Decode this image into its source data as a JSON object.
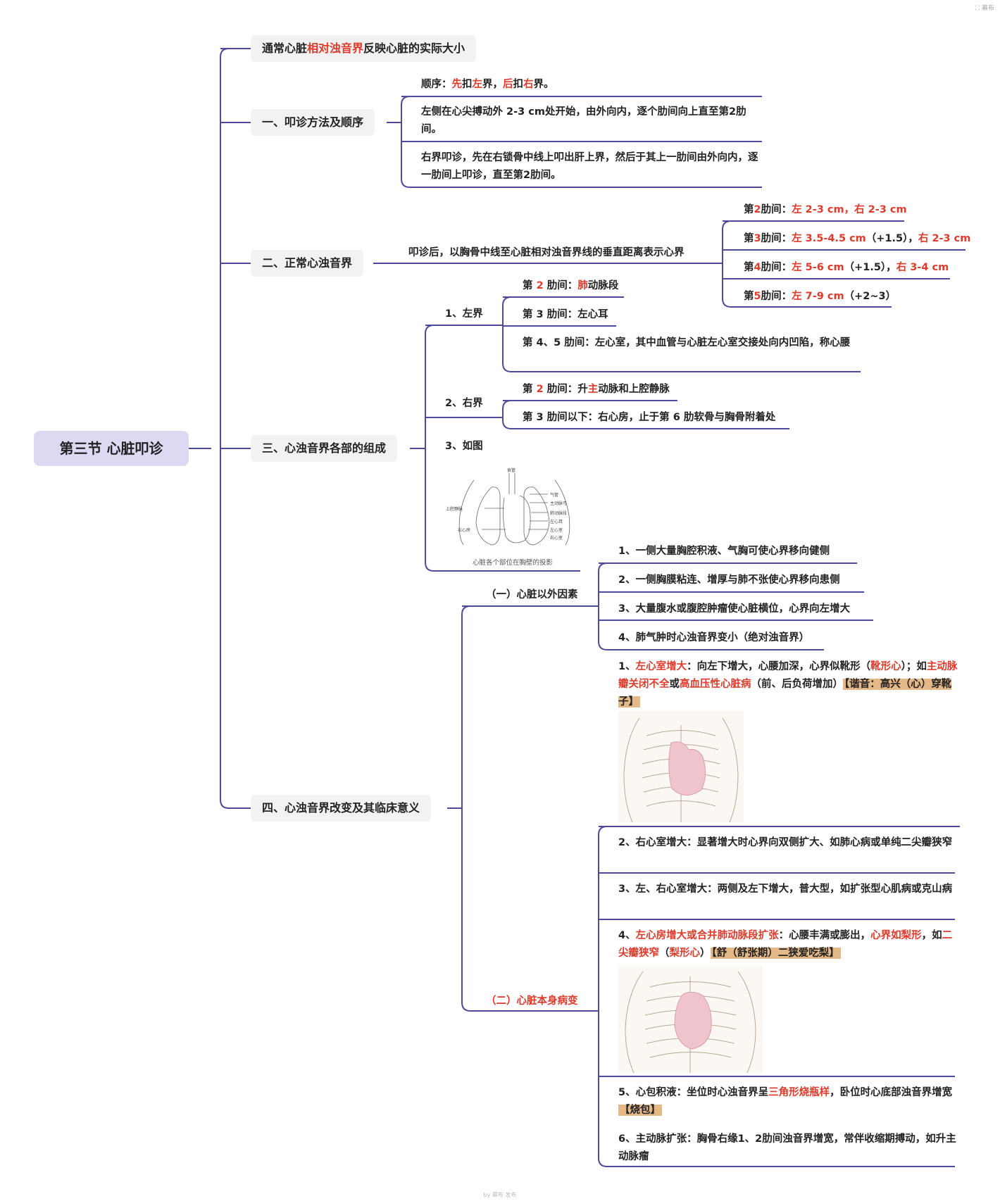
{
  "title": "第三节  心脏叩诊",
  "corner": "⛶ 幕布",
  "footer": "by 幕布 发布",
  "n0": {
    "a": "通常心脏",
    "b": "相对浊音界",
    "c": "反映心脏的实际大小"
  },
  "n1": {
    "label": "一、叩诊方法及顺序",
    "order": {
      "a": "顺序：",
      "b": "先",
      "c": "扣",
      "d": "左",
      "e": "界，",
      "f": "后",
      "g": "扣",
      "h": "右",
      "i": "界。"
    },
    "left": "左侧在心尖搏动外 2-3 cm处开始，由外向内，逐个肋间向上直至第2肋间。",
    "right": "右界叩诊，先在右锁骨中线上叩出肝上界，然后于其上一肋间由外向内，逐一肋间上叩诊，直至第2肋间。"
  },
  "n2": {
    "label": "二、正常心浊音界",
    "desc": "叩诊后，以胸骨中线至心脏相对浊音界线的垂直距离表示心界",
    "r1": {
      "a": "第",
      "b": "2",
      "c": "肋间：",
      "d": "左 2-3 cm，右 2-3 cm"
    },
    "r2": {
      "a": "第",
      "b": "3",
      "c": "肋间：",
      "d": "左 3.5-4.5 cm",
      "e": "（+1.5），",
      "f": "右 2-3 cm"
    },
    "r3": {
      "a": "第",
      "b": "4",
      "c": "肋间：",
      "d": "左 5-6 cm",
      "e": "（+1.5），",
      "f": "右 3-4 cm"
    },
    "r4": {
      "a": "第",
      "b": "5",
      "c": "肋间：",
      "d": "左 7-9 cm",
      "e": "（+2~3）"
    }
  },
  "n3": {
    "label": "三、心浊音界各部的组成",
    "left": "1、左界",
    "l1": {
      "a": "第 ",
      "b": "2",
      "c": " 肋间：",
      "d": "肺",
      "e": "动脉段"
    },
    "l2": "第 3 肋间：左心耳",
    "l3": "第 4、5 肋间：左心室，其中血管与心脏左心室交接处向内凹陷，称心腰",
    "right": "2、右界",
    "r1": {
      "a": "第 ",
      "b": "2",
      "c": " 肋间：升",
      "d": "主",
      "e": "动脉和上腔静脉"
    },
    "r2": "第 3 肋间以下：右心房，止于第 6 肋软骨与胸骨附着处",
    "fig": "3、如图",
    "caption": "心脏各个部位在胸壁的投影",
    "labels": {
      "top": "食管",
      "svc": "上腔静脉",
      "ra": "右心房",
      "trachea": "气管",
      "aorta": "主动脉弓",
      "pa": "肺动脉段",
      "laa": "左心耳",
      "lv": "左心室",
      "rv": "右心室"
    }
  },
  "n4": {
    "label": "四、心浊音界改变及其临床意义",
    "ext": {
      "label": "（一）心脏以外因素",
      "items": [
        "1、一侧大量胸腔积液、气胸可使心界移向健侧",
        "2、一侧胸膜粘连、增厚与肺不张使心界移向患侧",
        "3、大量腹水或腹腔肿瘤使心脏横位，心界向左增大",
        "4、肺气肿时心浊音界变小（绝对浊音界）"
      ]
    },
    "heart": {
      "label": "（二）心脏本身病变",
      "i1": {
        "a": "1、",
        "b": "左心室增大",
        "c": "：向左下增大，心腰加深，心界似靴形（",
        "d": "靴形心",
        "e": "）；如",
        "f": "主动脉瓣关闭不全",
        "g": "或",
        "h": "高血压性心脏病",
        "i": "（前、后负荷增加）",
        "j": "【谐音：高兴（心）穿靴子】"
      },
      "i2": "2、右心室增大：显著增大时心界向双侧扩大、如肺心病或单纯二尖瓣狭窄",
      "i3": "3、左、右心室增大：两侧及左下增大，普大型，如扩张型心肌病或克山病",
      "i4": {
        "a": "4、",
        "b": "左心房增大或合并肺动脉段扩张",
        "c": "：心腰丰满或膨出，",
        "d": "心界如梨形",
        "e": "，如",
        "f": "二尖瓣狭窄",
        "g": "（",
        "h": "梨形心",
        "i": "）",
        "j": "【舒（舒张期）二狭爱吃梨】"
      },
      "i5": {
        "a": "5、心包积液：坐位时心浊音界呈",
        "b": "三角形烧瓶样",
        "c": "，卧位时心底部浊音界增宽",
        "d": "【烧包】"
      },
      "i6": "6、主动脉扩张：胸骨右缘1、2肋间浊音界增宽，常伴收缩期搏动，如升主动脉瘤"
    }
  }
}
